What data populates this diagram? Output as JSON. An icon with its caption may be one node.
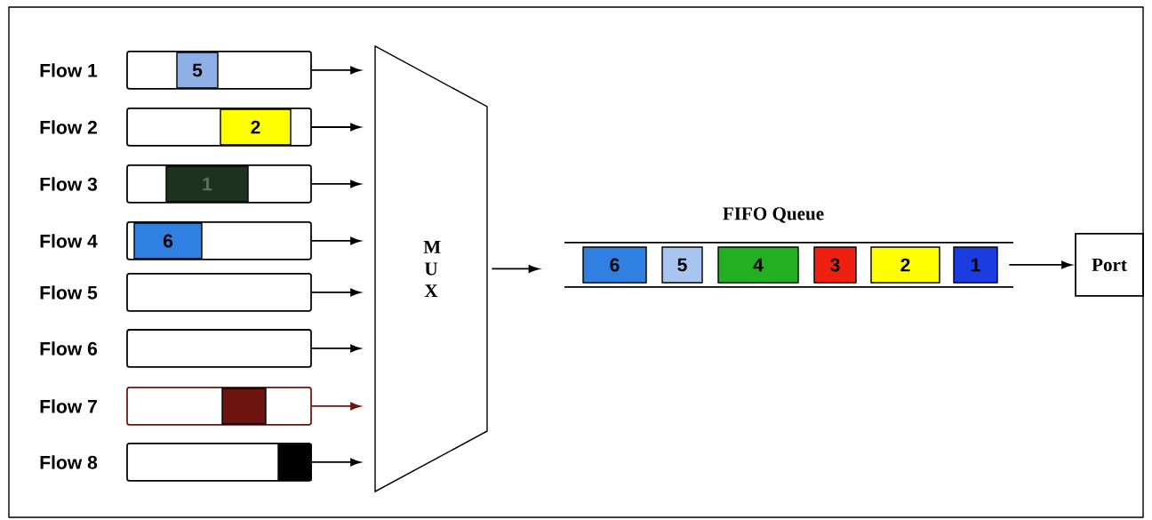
{
  "diagram": {
    "nodes": [
      {
        "text": [],
        "shape": "bar",
        "beside": [
          "Flow 1"
        ]
      },
      {
        "text": [
          "5"
        ],
        "in": 0
      },
      {
        "text": [],
        "shape": "bar",
        "beside": [
          "Flow 2"
        ]
      },
      {
        "text": [
          "2"
        ],
        "in": 2
      },
      {
        "text": [],
        "shape": "bar",
        "beside": [
          "Flow 3"
        ]
      },
      {
        "text": [
          "1"
        ],
        "in": 4
      },
      {
        "text": [],
        "shape": "bar",
        "beside": [
          "Flow 4"
        ]
      },
      {
        "text": [
          "6"
        ],
        "in": 6
      },
      {
        "text": [],
        "shape": "bar",
        "beside": [
          "Flow 5"
        ]
      },
      {
        "text": [],
        "shape": "bar",
        "beside": [
          "Flow 6"
        ]
      },
      {
        "text": [],
        "shape": "bar",
        "beside": [
          "Flow 7"
        ]
      },
      {
        "text": [],
        "shape": "box",
        "in": 10
      },
      {
        "text": [],
        "shape": "bar",
        "beside": [
          "Flow 8"
        ]
      },
      {
        "text": [],
        "shape": "box",
        "in": 12
      },
      {
        "text": [
          "M U X"
        ]
      },
      {
        "text": [
          "FIFO Queue"
        ]
      },
      {
        "text": [
          "6"
        ],
        "in": 15
      },
      {
        "text": [
          "5"
        ],
        "in": 15
      },
      {
        "text": [
          "4"
        ],
        "in": 15
      },
      {
        "text": [
          "3"
        ],
        "in": 15
      },
      {
        "text": [
          "2"
        ],
        "in": 15
      },
      {
        "text": [
          "1"
        ],
        "in": 15
      },
      {
        "text": [
          "Port"
        ]
      }
    ],
    "edges": [
      {
        "from": 0,
        "to": 14,
        "arrow": "to"
      },
      {
        "from": 2,
        "to": 14,
        "arrow": "to"
      },
      {
        "from": 4,
        "to": 14,
        "arrow": "to"
      },
      {
        "from": 6,
        "to": 14,
        "arrow": "to"
      },
      {
        "from": 8,
        "to": 14,
        "arrow": "to"
      },
      {
        "from": 9,
        "to": 14,
        "arrow": "to"
      },
      {
        "from": 10,
        "to": 14,
        "arrow": "to",
        "color": "#6e1410"
      },
      {
        "from": 12,
        "to": 14,
        "arrow": "to"
      },
      {
        "from": 14,
        "to": 15,
        "arrow": "to"
      },
      {
        "from": 15,
        "to": 22,
        "arrow": "to"
      }
    ]
  }
}
